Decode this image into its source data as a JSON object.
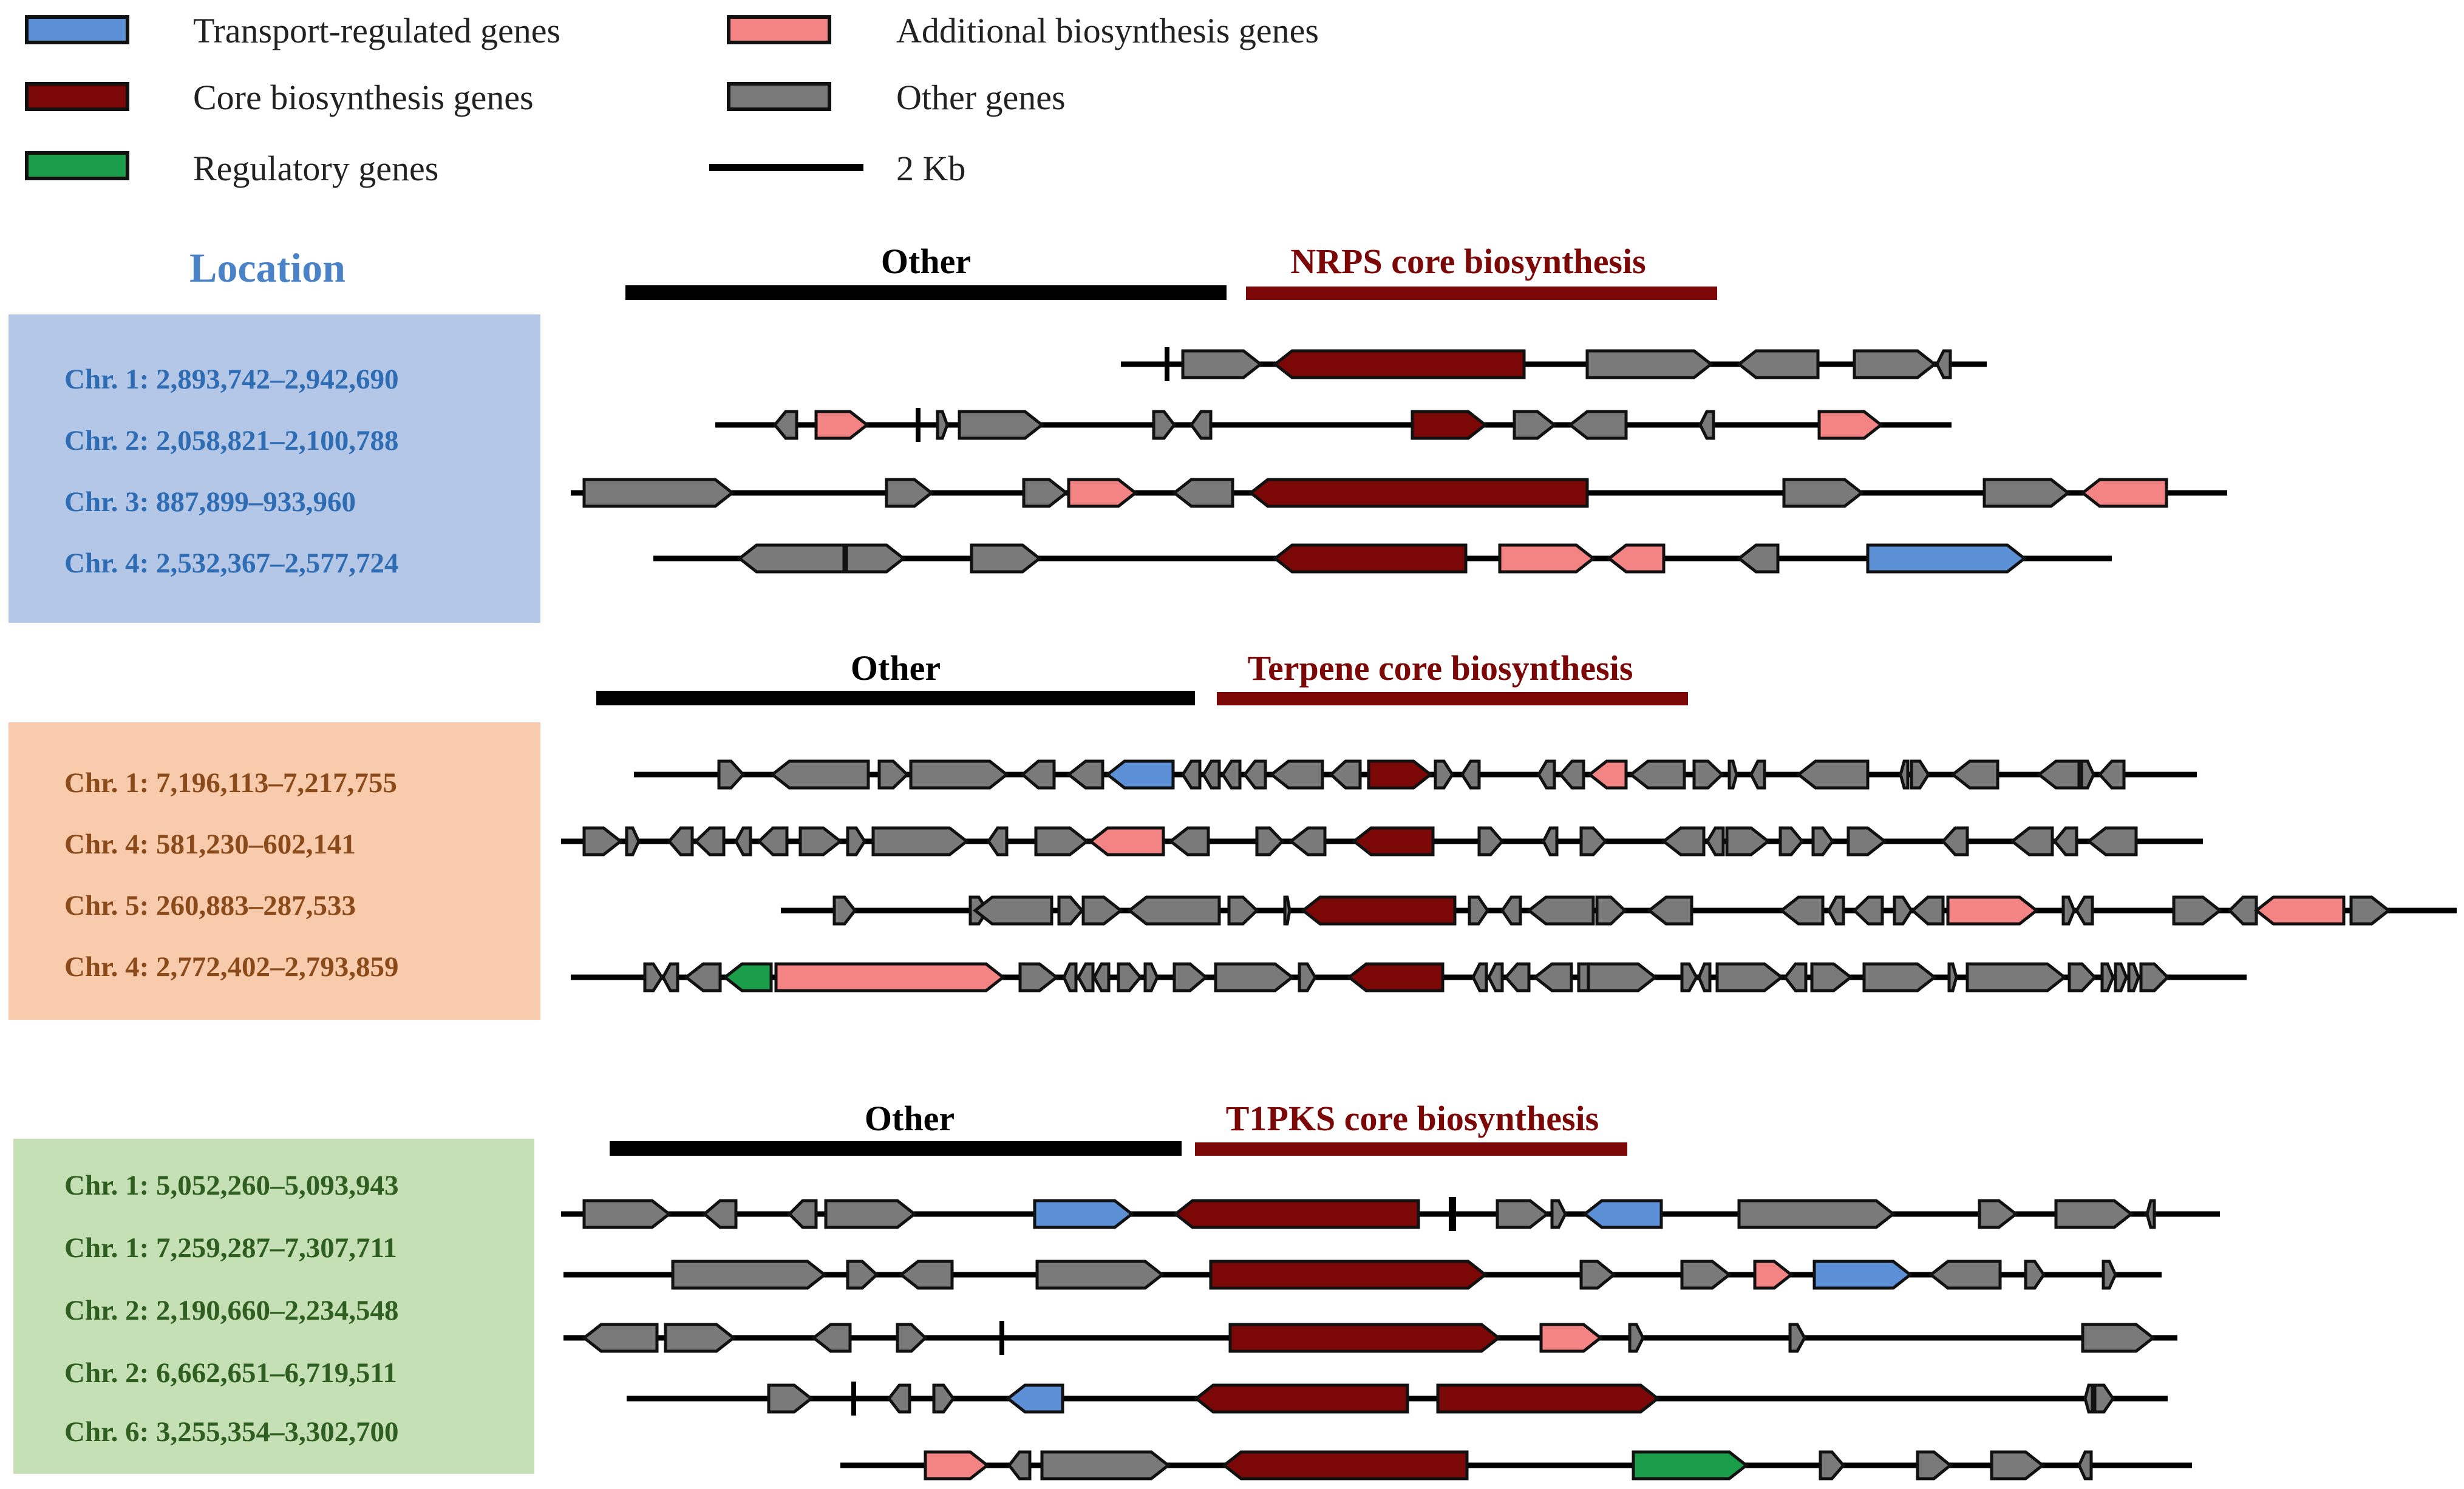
{
  "legend": {
    "items": [
      {
        "key": "transport",
        "label": "Transport-regulated genes",
        "color": "#5b8fd6"
      },
      {
        "key": "additional",
        "label": "Additional biosynthesis genes",
        "color": "#f48484"
      },
      {
        "key": "core",
        "label": "Core biosynthesis genes",
        "color": "#7b0707"
      },
      {
        "key": "other",
        "label": "Other genes",
        "color": "#7a7a7a"
      },
      {
        "key": "regulatory",
        "label": "Regulatory genes",
        "color": "#1a9e4a"
      }
    ],
    "scale_label": "2 Kb"
  },
  "location_heading": "Location",
  "colors": {
    "location": "#4a82c8",
    "nrps_box": "#b4c7e7",
    "nrps_text": "#2e6db4",
    "terpene_box": "#f8cbad",
    "terpene_text": "#8b4a1a",
    "t1pks_box": "#c5e0b4",
    "t1pks_text": "#2e5e20",
    "core_title": "#7b0707",
    "other_title": "#000000"
  },
  "groups": [
    {
      "id": "nrps",
      "other_label": "Other",
      "core_label": "NRPS core biosynthesis",
      "locations": [
        "Chr. 1: 2,893,742–2,942,690",
        "Chr. 2: 2,058,821–2,100,788",
        "Chr. 3: 887,899–933,960",
        "Chr. 4: 2,532,367–2,577,724"
      ]
    },
    {
      "id": "terpene",
      "other_label": "Other",
      "core_label": "Terpene core biosynthesis",
      "locations": [
        "Chr. 1: 7,196,113–7,217,755",
        "Chr. 4: 581,230–602,141",
        "Chr. 5: 260,883–287,533",
        "Chr. 4: 2,772,402–2,793,859"
      ]
    },
    {
      "id": "t1pks",
      "other_label": "Other",
      "core_label": "T1PKS core biosynthesis",
      "locations": [
        "Chr. 1: 5,052,260–5,093,943",
        "Chr. 1: 7,259,287–7,307,711",
        "Chr. 2: 2,190,660–2,234,548",
        "Chr. 2: 6,662,651–6,719,511",
        "Chr. 6: 3,255,354–3,302,700"
      ]
    }
  ]
}
